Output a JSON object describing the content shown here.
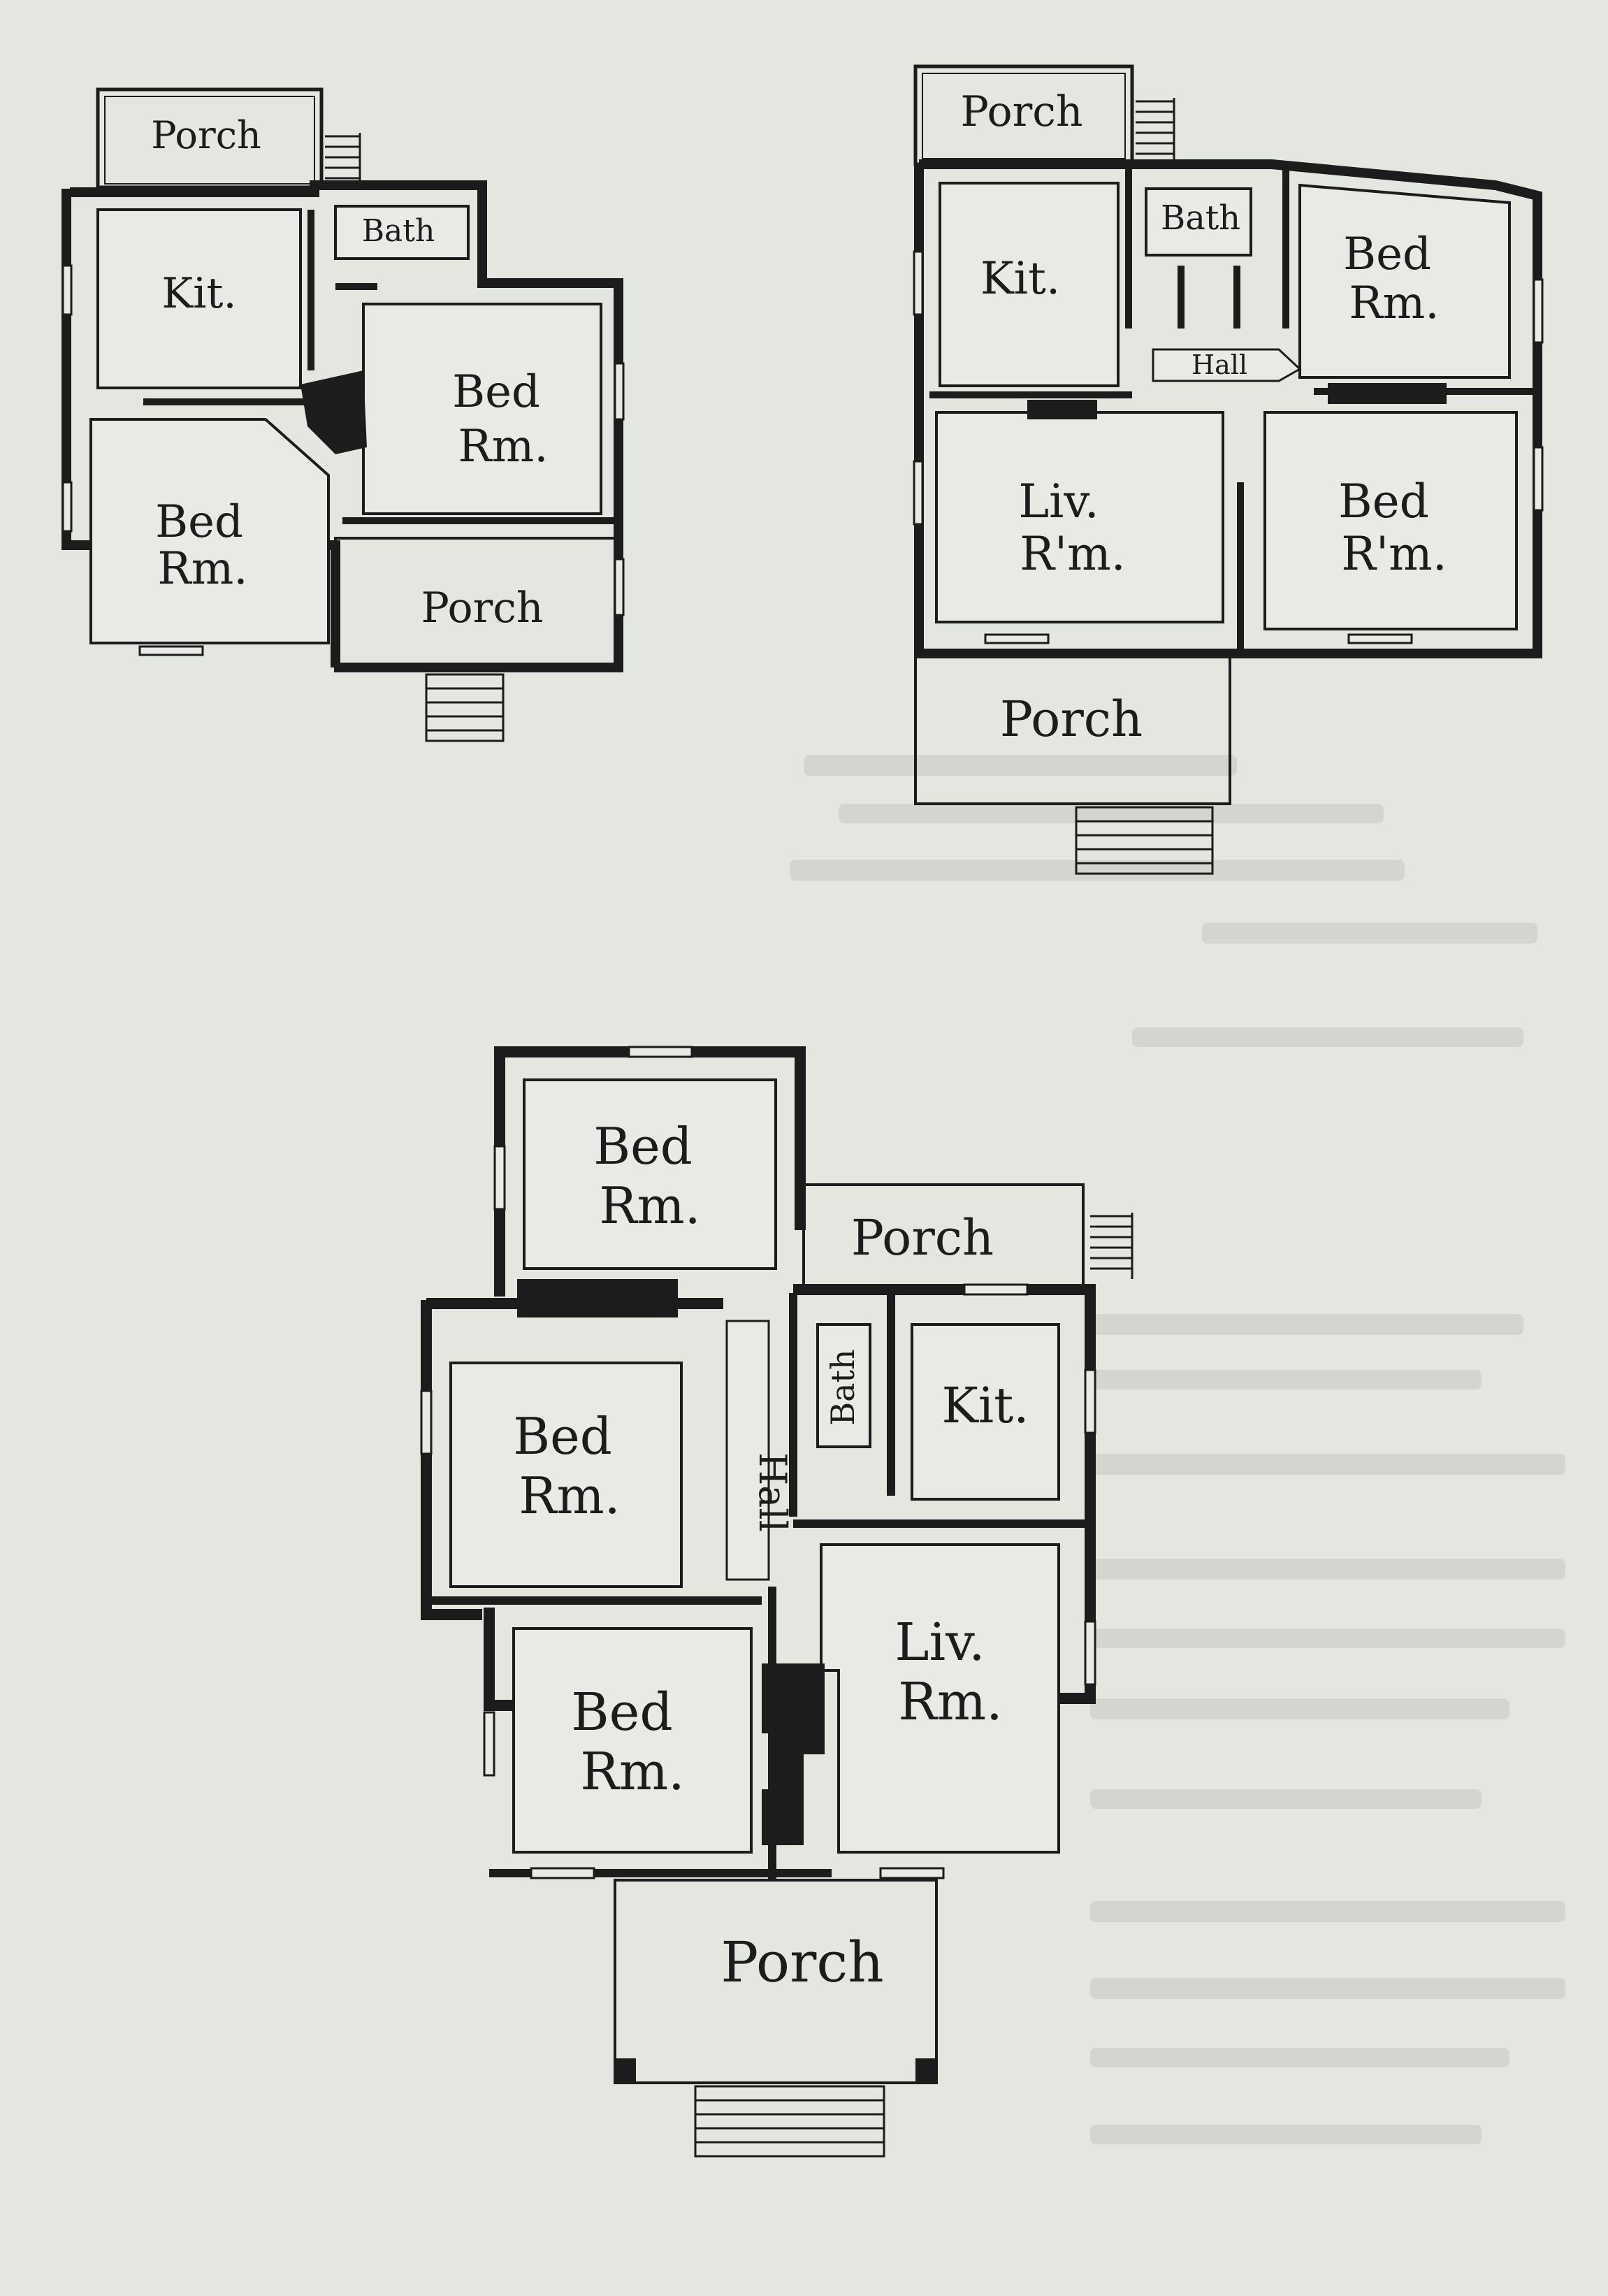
{
  "colors": {
    "paper": "#e4e6e0",
    "ink": "#1c1c1c",
    "room_fill": "#e9eae5",
    "bleed_text": "#d3d5cf"
  },
  "plan_a": {
    "porch_rear": "Porch",
    "bath": "Bath",
    "kitchen": "Kit.",
    "bed_right": [
      "Bed",
      "Rm."
    ],
    "bed_left": [
      "Bed",
      "Rm."
    ],
    "porch_front": "Porch"
  },
  "plan_b": {
    "porch_rear": "Porch",
    "bath": "Bath",
    "kitchen": "Kit.",
    "bed_top_right": [
      "Bed",
      "Rm."
    ],
    "hall": "Hall",
    "living": [
      "Liv.",
      "R'm."
    ],
    "bed_bottom_right": [
      "Bed",
      "R'm."
    ],
    "porch_front": "Porch"
  },
  "plan_c": {
    "bed_top": [
      "Bed",
      "Rm."
    ],
    "porch_side": "Porch",
    "bed_middle": [
      "Bed",
      "Rm."
    ],
    "hall": "Hall",
    "bath": "Bath",
    "kitchen": "Kit.",
    "bed_bottom": [
      "Bed",
      "Rm."
    ],
    "living": [
      "Liv.",
      "Rm."
    ],
    "porch_front": "Porch"
  }
}
